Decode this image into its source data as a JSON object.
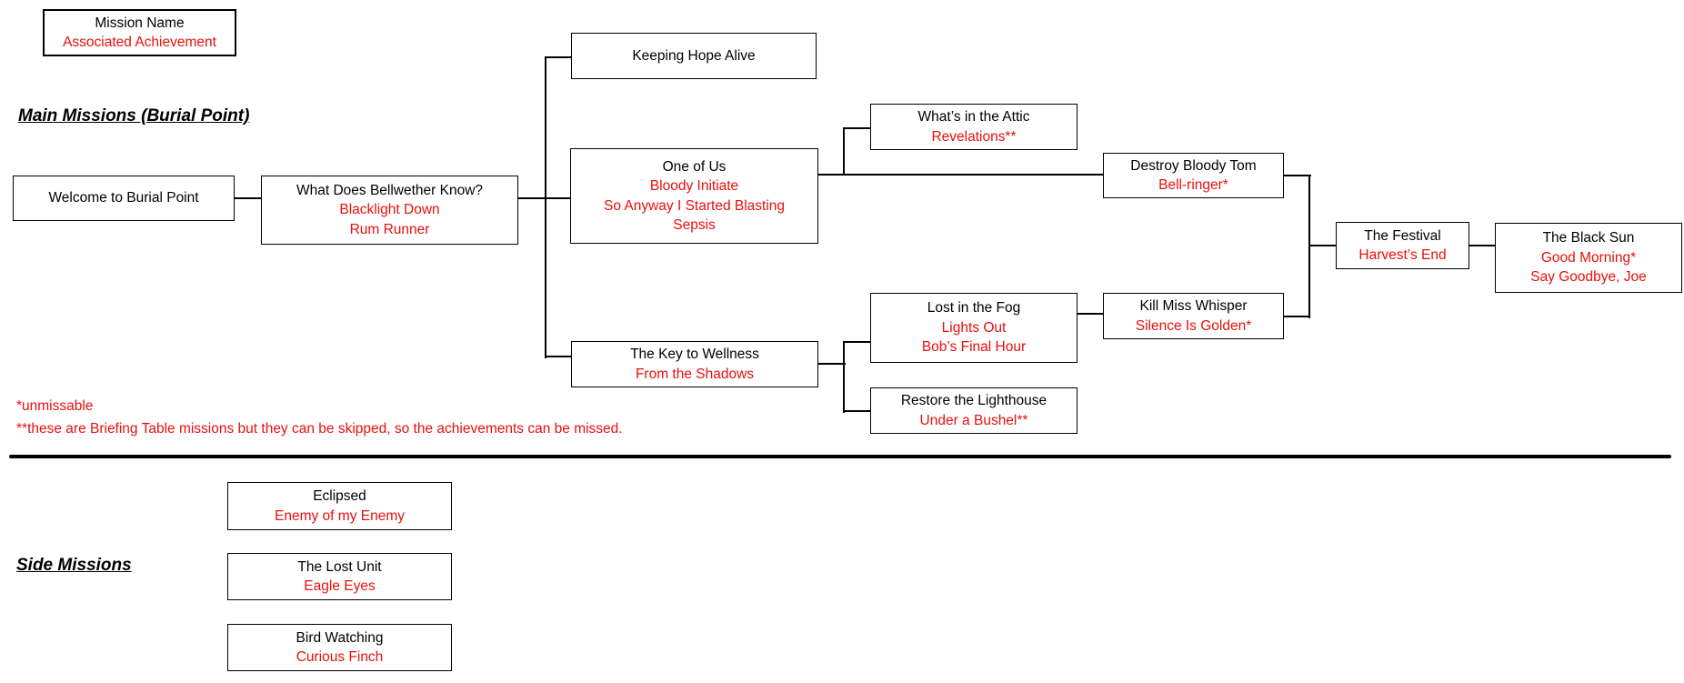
{
  "theme": {
    "background": "#ffffff",
    "text": "#000000",
    "red": "#e8100c",
    "line": "#000000"
  },
  "legend": {
    "mission_label": "Mission Name",
    "achievement_label": "Associated Achievement"
  },
  "headings": {
    "main": "Main Missions (Burial Point)",
    "side": "Side Missions"
  },
  "footnotes": {
    "line1": "*unmissable",
    "line2": "**these are Briefing Table missions but they can be skipped, so the achievements can be missed."
  },
  "missions": {
    "welcome": {
      "name": "Welcome to Burial Point",
      "achievements": []
    },
    "bellwether": {
      "name": "What Does Bellwether Know?",
      "achievements": [
        "Blacklight Down",
        "Rum Runner"
      ]
    },
    "keeping_hope": {
      "name": "Keeping Hope Alive",
      "achievements": []
    },
    "one_of_us": {
      "name": "One of Us",
      "achievements": [
        "Bloody Initiate",
        "So Anyway I Started Blasting",
        "Sepsis"
      ]
    },
    "whats_in_attic": {
      "name": "What’s in the Attic",
      "achievements": [
        "Revelations**"
      ]
    },
    "destroy_bloody_tom": {
      "name": "Destroy Bloody Tom",
      "achievements": [
        "Bell-ringer*"
      ]
    },
    "the_festival": {
      "name": "The Festival",
      "achievements": [
        "Harvest’s End"
      ]
    },
    "black_sun": {
      "name": "The Black Sun",
      "achievements": [
        "Good Morning*",
        "Say Goodbye, Joe"
      ]
    },
    "key_to_wellness": {
      "name": "The Key to Wellness",
      "achievements": [
        "From the Shadows"
      ]
    },
    "lost_in_fog": {
      "name": "Lost in the Fog",
      "achievements": [
        "Lights Out",
        "Bob’s Final Hour"
      ]
    },
    "kill_miss_whisper": {
      "name": "Kill Miss Whisper",
      "achievements": [
        "Silence Is Golden*"
      ]
    },
    "restore_lighthouse": {
      "name": "Restore the Lighthouse",
      "achievements": [
        "Under a Bushel**"
      ]
    }
  },
  "side_missions": {
    "eclipsed": {
      "name": "Eclipsed",
      "achievements": [
        "Enemy of my Enemy"
      ]
    },
    "lost_unit": {
      "name": "The Lost Unit",
      "achievements": [
        "Eagle Eyes"
      ]
    },
    "bird_watching": {
      "name": "Bird Watching",
      "achievements": [
        "Curious Finch"
      ]
    }
  },
  "edges": [
    {
      "from": "Welcome to Burial Point",
      "to": "What Does Bellwether Know?"
    },
    {
      "from": "What Does Bellwether Know?",
      "to": "Keeping Hope Alive"
    },
    {
      "from": "What Does Bellwether Know?",
      "to": "One of Us"
    },
    {
      "from": "What Does Bellwether Know?",
      "to": "The Key to Wellness"
    },
    {
      "from": "One of Us",
      "to": "What’s in the Attic"
    },
    {
      "from": "One of Us",
      "to": "Destroy Bloody Tom"
    },
    {
      "from": "The Key to Wellness",
      "to": "Lost in the Fog"
    },
    {
      "from": "The Key to Wellness",
      "to": "Restore the Lighthouse"
    },
    {
      "from": "Lost in the Fog",
      "to": "Kill Miss Whisper"
    },
    {
      "from": "Destroy Bloody Tom",
      "to": "The Festival"
    },
    {
      "from": "Kill Miss Whisper",
      "to": "The Festival"
    },
    {
      "from": "The Festival",
      "to": "The Black Sun"
    }
  ]
}
